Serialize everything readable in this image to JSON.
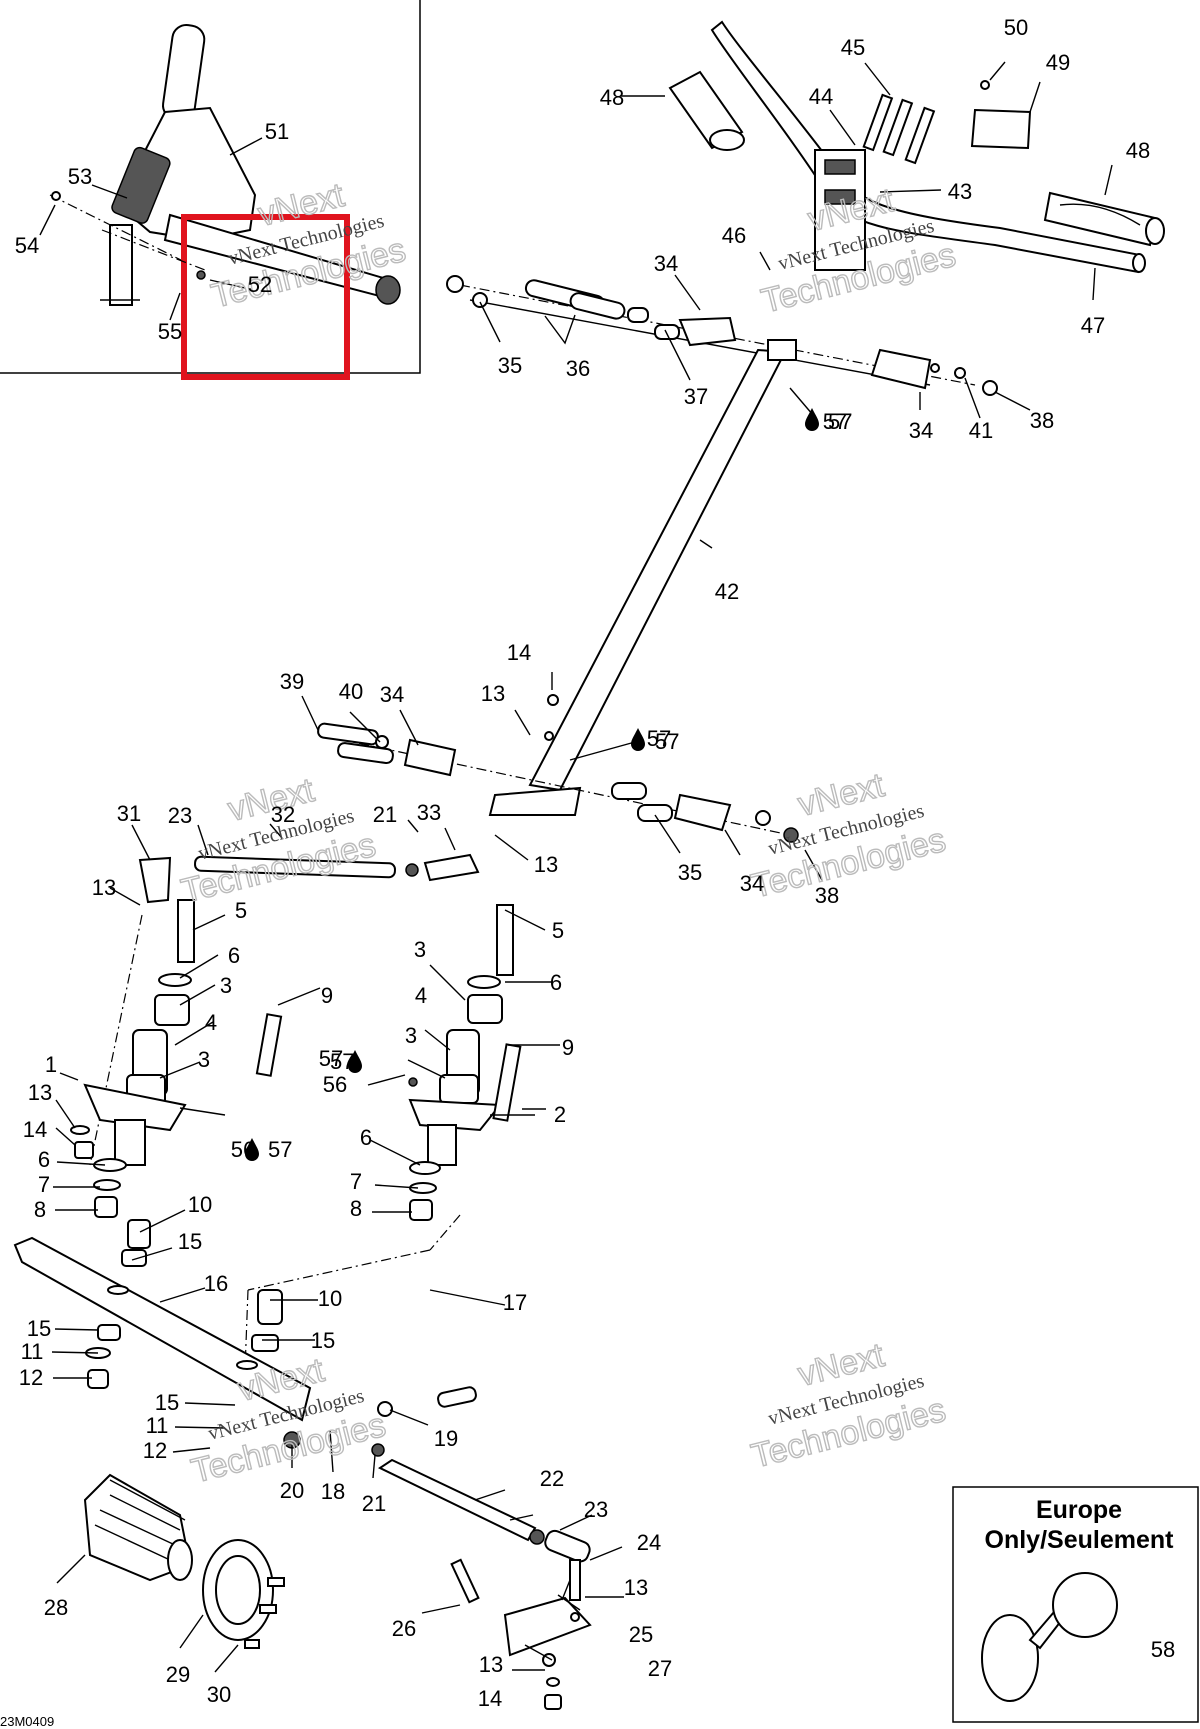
{
  "labels": [
    "1",
    "2",
    "3",
    "4",
    "5",
    "6",
    "7",
    "8",
    "9",
    "10",
    "11",
    "12",
    "13",
    "14",
    "15",
    "16",
    "17",
    "18",
    "19",
    "20",
    "21",
    "22",
    "23",
    "24",
    "25",
    "26",
    "27",
    "28",
    "29",
    "30",
    "31",
    "32",
    "33",
    "34",
    "35",
    "36",
    "37",
    "38",
    "39",
    "40",
    "41",
    "42",
    "43",
    "44",
    "45",
    "46",
    "47",
    "48",
    "49",
    "50",
    "51",
    "52",
    "53",
    "54",
    "55",
    "56",
    "57"
  ],
  "europe_note": {
    "line1": "Europe",
    "line2": "Only/Seulement",
    "part": "58"
  },
  "watermark": {
    "small": "vNext Technologies",
    "large": "Technologies",
    "top": "vNext"
  },
  "diagram_code": "23M0409",
  "highlight_color": "#e0141e"
}
